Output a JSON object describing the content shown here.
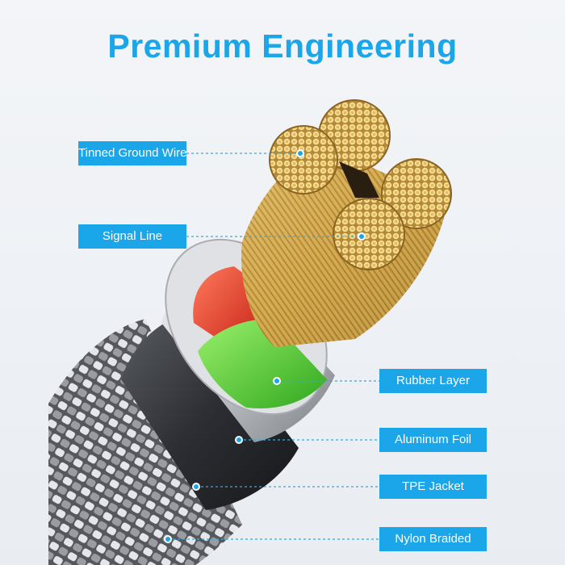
{
  "title": "Premium Engineering",
  "colors": {
    "accent": "#1aa6e8",
    "label_bg": "#1aa6e8",
    "title_color": "#1aa6e8",
    "copper": "#d4a84a",
    "rubber_red": "#e53d2c",
    "rubber_green": "#5ed43a",
    "foil": "#c9ccd1",
    "jacket": "#3b3d42"
  },
  "labels": {
    "tinned_ground_wire": "Tinned Ground Wire",
    "signal_line": "Signal Line",
    "rubber_layer": "Rubber Layer",
    "aluminum_foil": "Aluminum Foil",
    "tpe_jacket": "TPE Jacket",
    "nylon_braided": "Nylon Braided"
  }
}
